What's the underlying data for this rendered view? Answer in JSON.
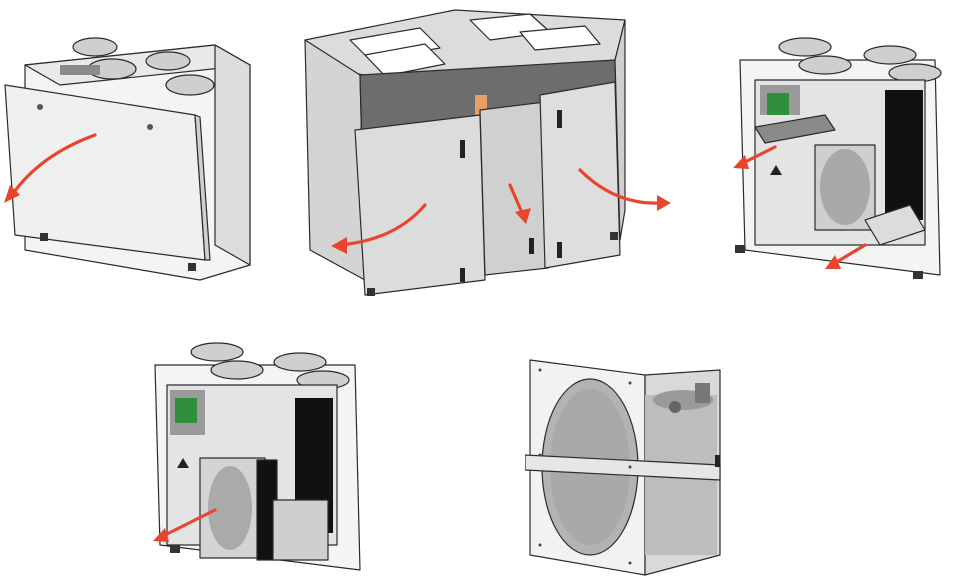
{
  "figure": {
    "steps": [
      {
        "name": "open-front-door"
      },
      {
        "name": "open-double-doors"
      },
      {
        "name": "remove-filters"
      },
      {
        "name": "pull-out-heat-exchanger"
      },
      {
        "name": "rotary-heat-exchanger"
      }
    ],
    "colors": {
      "arrow": "#e8452c",
      "panel_light": "#f2f2f2",
      "panel_mid": "#d9d9d9",
      "panel_dark": "#bdbdbd",
      "interior_black": "#111111",
      "circuit_green": "#2f8f3a",
      "wheel_gray": "#a9a9a9"
    },
    "icons": [
      "arrow-icon",
      "warning-triangle-icon",
      "door-handle-icon"
    ]
  }
}
